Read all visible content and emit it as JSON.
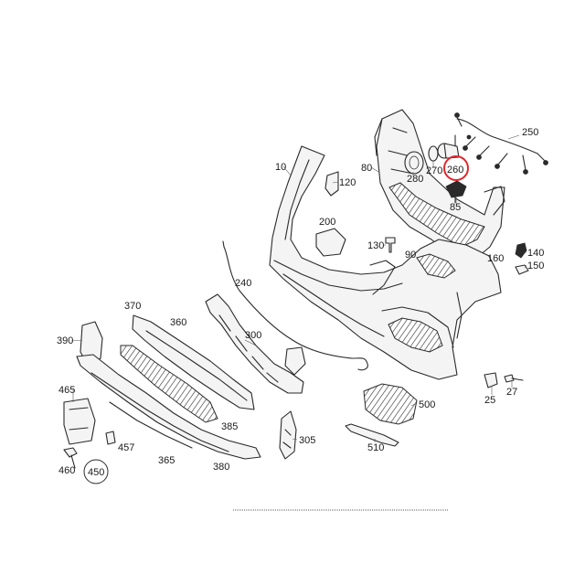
{
  "diagram": {
    "highlight_color": "#e0262b",
    "line_color": "#2a2a2a",
    "callouts": [
      {
        "id": "10",
        "label": "10"
      },
      {
        "id": "25",
        "label": "25"
      },
      {
        "id": "27",
        "label": "27"
      },
      {
        "id": "80",
        "label": "80"
      },
      {
        "id": "85",
        "label": "85"
      },
      {
        "id": "90",
        "label": "90"
      },
      {
        "id": "120",
        "label": "120"
      },
      {
        "id": "130",
        "label": "130"
      },
      {
        "id": "140",
        "label": "140"
      },
      {
        "id": "150",
        "label": "150"
      },
      {
        "id": "160",
        "label": "160"
      },
      {
        "id": "200",
        "label": "200"
      },
      {
        "id": "240",
        "label": "240"
      },
      {
        "id": "250",
        "label": "250"
      },
      {
        "id": "260",
        "label": "260",
        "highlighted": true
      },
      {
        "id": "270",
        "label": "270"
      },
      {
        "id": "280",
        "label": "280"
      },
      {
        "id": "300",
        "label": "300"
      },
      {
        "id": "305",
        "label": "305"
      },
      {
        "id": "360",
        "label": "360"
      },
      {
        "id": "365",
        "label": "365"
      },
      {
        "id": "370",
        "label": "370"
      },
      {
        "id": "380",
        "label": "380"
      },
      {
        "id": "385",
        "label": "385"
      },
      {
        "id": "390",
        "label": "390"
      },
      {
        "id": "450",
        "label": "450",
        "circled": true
      },
      {
        "id": "457",
        "label": "457"
      },
      {
        "id": "460",
        "label": "460"
      },
      {
        "id": "465",
        "label": "465"
      },
      {
        "id": "500",
        "label": "500"
      },
      {
        "id": "510",
        "label": "510"
      }
    ]
  }
}
